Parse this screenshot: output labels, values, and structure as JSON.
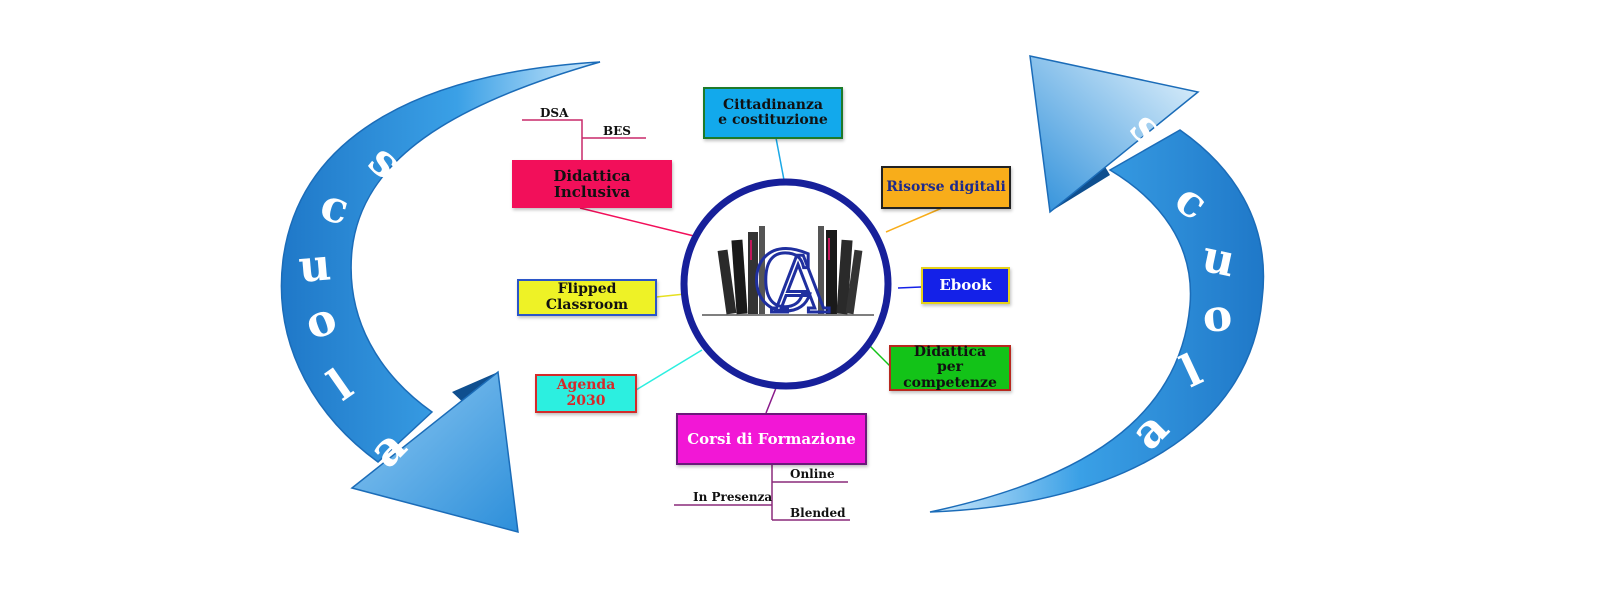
{
  "colors": {
    "arrow_light": "#dff1fc",
    "arrow_mid": "#3aa0e6",
    "arrow_dark": "#1565b8",
    "circle_ring": "#17209a",
    "logo_blue": "#1f2f9f"
  },
  "arrows": {
    "left_word": [
      "s",
      "c",
      "u",
      "o",
      "l",
      "a"
    ],
    "right_word": [
      "s",
      "c",
      "u",
      "o",
      "l",
      "a"
    ]
  },
  "logo": {
    "letters": "CA"
  },
  "nodes": {
    "cittadinanza": {
      "line1": "Cittadinanza",
      "line2": "e costituzione",
      "fill": "#12a9ec",
      "border": "#1e7a2a",
      "text": "#111111"
    },
    "inclusiva": {
      "label": "Didattica Inclusiva",
      "fill": "#f20f5a",
      "border": "#f20f5a",
      "text": "#111111"
    },
    "risorse": {
      "label": "Risorse digitali",
      "fill": "#f8ad1a",
      "border": "#222222",
      "text": "#1d2a8c"
    },
    "flipped": {
      "label": "Flipped Classroom",
      "fill": "#eef226",
      "border": "#2b55c8",
      "text": "#111111"
    },
    "ebook": {
      "label": "Ebook",
      "fill": "#1421e8",
      "border": "#e6d21b",
      "text": "#ffffff"
    },
    "competenze": {
      "line1": "Didattica",
      "line2": "per competenze",
      "fill": "#13c318",
      "border": "#b8281e",
      "text": "#111111"
    },
    "agenda": {
      "label": "Agenda 2030",
      "fill": "#2cefe0",
      "border": "#d42a2a",
      "text": "#d42a2a"
    },
    "corsi": {
      "label": "Corsi di Formazione",
      "fill": "#f217d6",
      "border": "#6a1a7a",
      "text": "#ffffff"
    }
  },
  "subtopics": {
    "dsa": "DSA",
    "bes": "BES",
    "online": "Online",
    "in_presenza": "In Presenza",
    "blended": "Blended"
  }
}
